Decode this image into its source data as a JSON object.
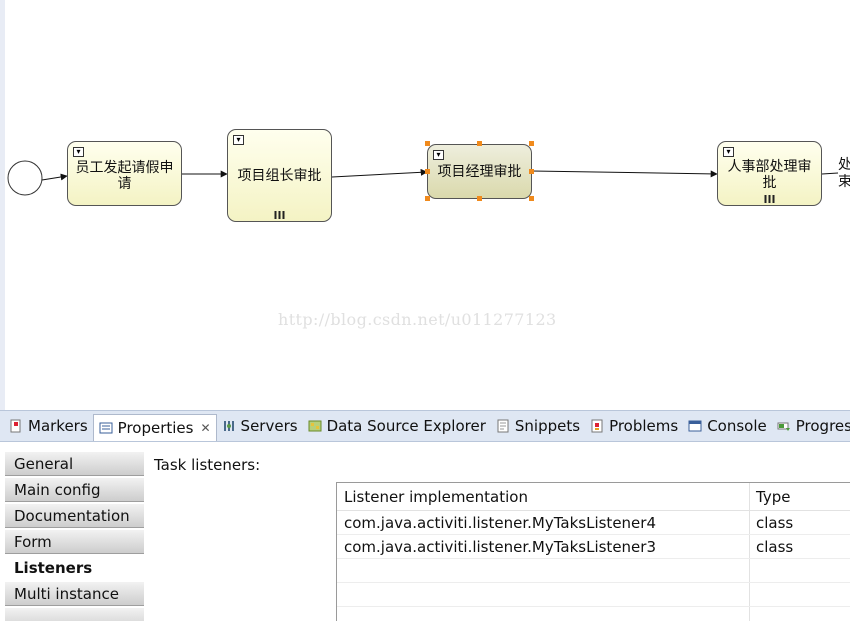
{
  "diagram": {
    "tasks": [
      {
        "id": "t1",
        "label": "员工发起请假申请",
        "multi_instance": false,
        "selected": false
      },
      {
        "id": "t2",
        "label": "项目组长审批",
        "multi_instance": true,
        "selected": false
      },
      {
        "id": "t3",
        "label": "项目经理审批",
        "multi_instance": false,
        "selected": true
      },
      {
        "id": "t4",
        "label": "人事部处理审批",
        "multi_instance": true,
        "selected": false
      }
    ],
    "cut_off_text": [
      "处",
      "束"
    ],
    "watermark": "http://blog.csdn.net/u011277123",
    "selection_color": "#f08a1c"
  },
  "tabs": [
    {
      "label": "Markers",
      "icon": "markers-icon",
      "active": false
    },
    {
      "label": "Properties",
      "icon": "properties-icon",
      "active": true
    },
    {
      "label": "Servers",
      "icon": "servers-icon",
      "active": false
    },
    {
      "label": "Data Source Explorer",
      "icon": "data-source-icon",
      "active": false
    },
    {
      "label": "Snippets",
      "icon": "snippets-icon",
      "active": false
    },
    {
      "label": "Problems",
      "icon": "problems-icon",
      "active": false
    },
    {
      "label": "Console",
      "icon": "console-icon",
      "active": false
    },
    {
      "label": "Progress",
      "icon": "progress-icon",
      "active": false
    }
  ],
  "properties": {
    "sections": [
      "General",
      "Main config",
      "Documentation",
      "Form",
      "Listeners",
      "Multi instance"
    ],
    "active_section": "Listeners",
    "task_listeners_label": "Task listeners:",
    "table": {
      "columns": [
        "Listener implementation",
        "Type"
      ],
      "rows": [
        [
          "com.java.activiti.listener.MyTaksListener4",
          "class"
        ],
        [
          "com.java.activiti.listener.MyTaksListener3",
          "class"
        ]
      ]
    }
  }
}
